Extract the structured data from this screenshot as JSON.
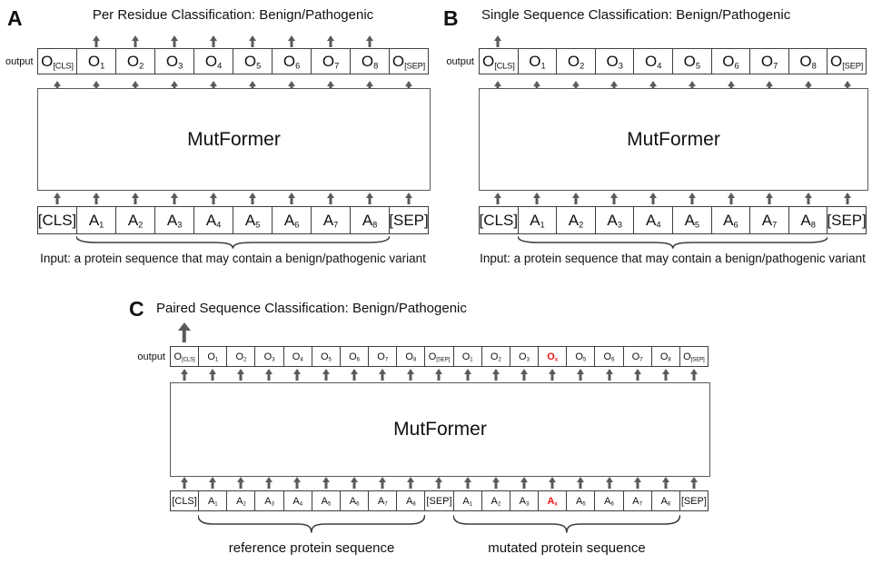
{
  "colors": {
    "red": "#ee1111",
    "arrow": "#5a5a5a",
    "border": "#3e3e3e",
    "text": "#111111"
  },
  "panels": [
    {
      "label": "A",
      "title": "Per Residue Classification: Benign/Pathogenic",
      "output_label": "output",
      "model": "MutFormer",
      "caption": "Input: a protein sequence that may contain a benign/pathogenic variant",
      "columns": 10,
      "top_arrow_indices": [
        1,
        2,
        3,
        4,
        5,
        6,
        7,
        8
      ],
      "top_arrow_large": false,
      "output_tokens": [
        {
          "b": "O",
          "s": "[CLS]"
        },
        {
          "b": "O",
          "s": "1"
        },
        {
          "b": "O",
          "s": "2"
        },
        {
          "b": "O",
          "s": "3"
        },
        {
          "b": "O",
          "s": "4"
        },
        {
          "b": "O",
          "s": "5"
        },
        {
          "b": "O",
          "s": "6"
        },
        {
          "b": "O",
          "s": "7"
        },
        {
          "b": "O",
          "s": "8"
        },
        {
          "b": "O",
          "s": "[SEP]"
        }
      ],
      "input_tokens": [
        {
          "b": "[CLS]"
        },
        {
          "b": "A",
          "s": "1"
        },
        {
          "b": "A",
          "s": "2"
        },
        {
          "b": "A",
          "s": "3"
        },
        {
          "b": "A",
          "s": "4"
        },
        {
          "b": "A",
          "s": "5"
        },
        {
          "b": "A",
          "s": "6"
        },
        {
          "b": "A",
          "s": "7"
        },
        {
          "b": "A",
          "s": "8"
        },
        {
          "b": "[SEP]"
        }
      ],
      "braces": [
        {
          "from": 1,
          "to": 8,
          "label": ""
        }
      ]
    },
    {
      "label": "B",
      "title": "Single Sequence Classification: Benign/Pathogenic",
      "output_label": "output",
      "model": "MutFormer",
      "caption": "Input: a protein sequence that may contain a benign/pathogenic variant",
      "columns": 10,
      "top_arrow_indices": [
        0
      ],
      "top_arrow_large": false,
      "output_tokens": [
        {
          "b": "O",
          "s": "[CLS]"
        },
        {
          "b": "O",
          "s": "1"
        },
        {
          "b": "O",
          "s": "2"
        },
        {
          "b": "O",
          "s": "3"
        },
        {
          "b": "O",
          "s": "4"
        },
        {
          "b": "O",
          "s": "5"
        },
        {
          "b": "O",
          "s": "6"
        },
        {
          "b": "O",
          "s": "7"
        },
        {
          "b": "O",
          "s": "8"
        },
        {
          "b": "O",
          "s": "[SEP]"
        }
      ],
      "input_tokens": [
        {
          "b": "[CLS]"
        },
        {
          "b": "A",
          "s": "1"
        },
        {
          "b": "A",
          "s": "2"
        },
        {
          "b": "A",
          "s": "3"
        },
        {
          "b": "A",
          "s": "4"
        },
        {
          "b": "A",
          "s": "5"
        },
        {
          "b": "A",
          "s": "6"
        },
        {
          "b": "A",
          "s": "7"
        },
        {
          "b": "A",
          "s": "8"
        },
        {
          "b": "[SEP]"
        }
      ],
      "braces": [
        {
          "from": 1,
          "to": 8,
          "label": ""
        }
      ]
    },
    {
      "label": "C",
      "title": "Paired Sequence Classification: Benign/Pathogenic",
      "output_label": "output",
      "model": "MutFormer",
      "columns": 19,
      "top_arrow_indices": [
        0
      ],
      "top_arrow_large": true,
      "output_tokens": [
        {
          "b": "O",
          "s": "[CLS]"
        },
        {
          "b": "O",
          "s": "1"
        },
        {
          "b": "O",
          "s": "2"
        },
        {
          "b": "O",
          "s": "3"
        },
        {
          "b": "O",
          "s": "4"
        },
        {
          "b": "O",
          "s": "5"
        },
        {
          "b": "O",
          "s": "6"
        },
        {
          "b": "O",
          "s": "7"
        },
        {
          "b": "O",
          "s": "8"
        },
        {
          "b": "O",
          "s": "[SEP]"
        },
        {
          "b": "O",
          "s": "1"
        },
        {
          "b": "O",
          "s": "2"
        },
        {
          "b": "O",
          "s": "3"
        },
        {
          "b": "O",
          "s": "x",
          "red": true
        },
        {
          "b": "O",
          "s": "5"
        },
        {
          "b": "O",
          "s": "6"
        },
        {
          "b": "O",
          "s": "7"
        },
        {
          "b": "O",
          "s": "8"
        },
        {
          "b": "O",
          "s": "[SEP]"
        }
      ],
      "input_tokens": [
        {
          "b": "[CLS]"
        },
        {
          "b": "A",
          "s": "1"
        },
        {
          "b": "A",
          "s": "2"
        },
        {
          "b": "A",
          "s": "3"
        },
        {
          "b": "A",
          "s": "4"
        },
        {
          "b": "A",
          "s": "5"
        },
        {
          "b": "A",
          "s": "6"
        },
        {
          "b": "A",
          "s": "7"
        },
        {
          "b": "A",
          "s": "8"
        },
        {
          "b": "[SEP]"
        },
        {
          "b": "A",
          "s": "1"
        },
        {
          "b": "A",
          "s": "2"
        },
        {
          "b": "A",
          "s": "3"
        },
        {
          "b": "A",
          "s": "x",
          "red": true
        },
        {
          "b": "A",
          "s": "5"
        },
        {
          "b": "A",
          "s": "6"
        },
        {
          "b": "A",
          "s": "7"
        },
        {
          "b": "A",
          "s": "8"
        },
        {
          "b": "[SEP]"
        }
      ],
      "braces": [
        {
          "from": 1,
          "to": 8,
          "label": "reference protein sequence"
        },
        {
          "from": 10,
          "to": 17,
          "label": "mutated protein sequence"
        }
      ]
    }
  ]
}
